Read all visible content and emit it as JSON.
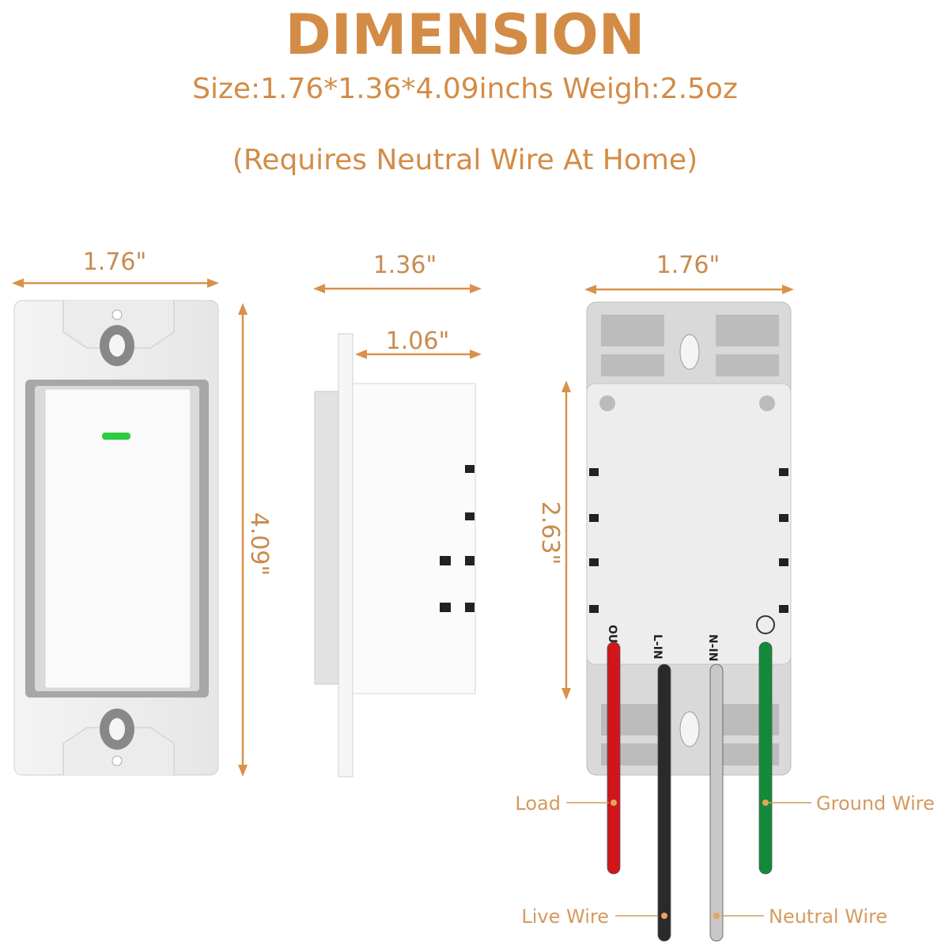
{
  "title": "DIMENSION",
  "subtitle": "Size:1.76*1.36*4.09inchs  Weigh:2.5oz",
  "note": "(Requires Neutral Wire At Home)",
  "front_view": {
    "width_label": "1.76\"",
    "height_label": "4.09\"",
    "indicator_color": "#2ecc40"
  },
  "side_view": {
    "depth_label": "1.36\"",
    "body_depth_label": "1.06\""
  },
  "back_view": {
    "width_label": "1.76\"",
    "body_height_label": "2.63\"",
    "terminal_marks": [
      "OUT",
      "L-IN",
      "N-IN"
    ]
  },
  "wires": [
    {
      "label": "Load",
      "color": "#d0161b"
    },
    {
      "label": "Live Wire",
      "color": "#2a2a2a"
    },
    {
      "label": "Neutral Wire",
      "color": "#c8c8c8"
    },
    {
      "label": "Ground Wire",
      "color": "#138a3a"
    }
  ],
  "colors": {
    "accent": "#d9914a"
  }
}
